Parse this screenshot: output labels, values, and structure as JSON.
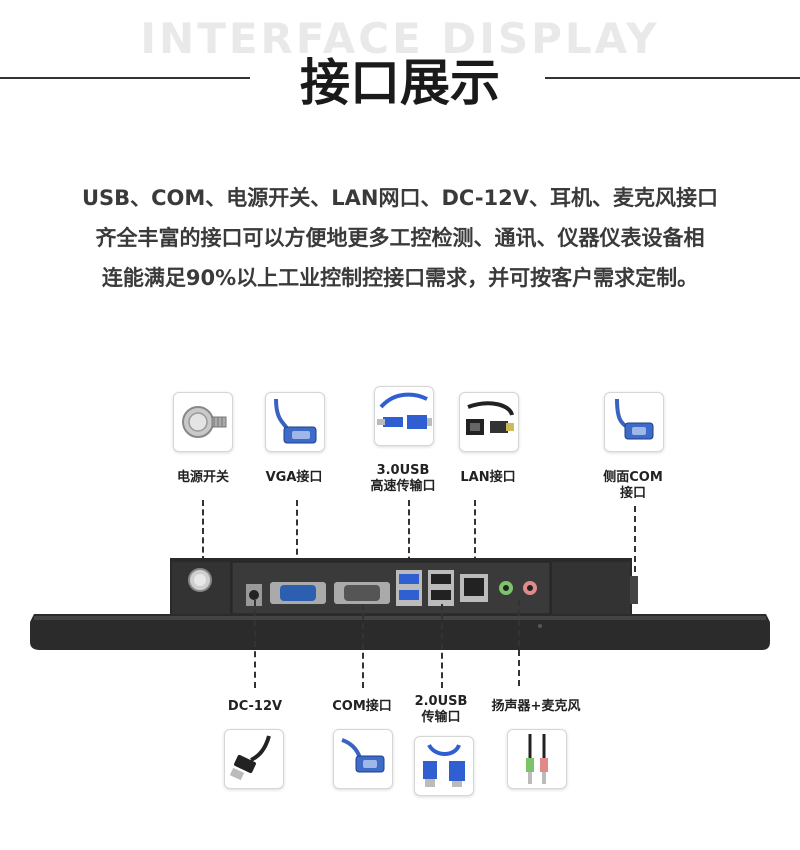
{
  "header": {
    "bg_title": "INTERFACE DISPLAY",
    "title": "接口展示"
  },
  "description": {
    "line1": "USB、COM、电源开关、LAN网口、DC-12V、耳机、麦克风接口",
    "line2": "齐全丰富的接口可以方便地更多工控检测、通讯、仪器仪表设备相",
    "line3": "连能满足90%以上工业控制控接口需求，并可按客户需求定制。"
  },
  "top_ports": [
    {
      "label": "电源开关",
      "icon": "power-switch-icon"
    },
    {
      "label": "VGA接口",
      "icon": "vga-cable-icon"
    },
    {
      "label": "3.0USB",
      "label2": "高速传输口",
      "icon": "usb3-cable-icon"
    },
    {
      "label": "LAN接口",
      "icon": "lan-cable-icon"
    },
    {
      "label": "侧面COM",
      "label2": "接口",
      "icon": "side-com-cable-icon"
    }
  ],
  "bottom_ports": [
    {
      "label": "DC-12V",
      "icon": "dc-power-plug-icon"
    },
    {
      "label": "COM接口",
      "icon": "com-cable-icon"
    },
    {
      "label": "2.0USB",
      "label2": "传输口",
      "icon": "usb2-cable-icon"
    },
    {
      "label": "扬声器+麦克风",
      "icon": "audio-jack-icon"
    }
  ],
  "colors": {
    "panel": "#2b2b2b",
    "usb3_blue": "#2f5fd0",
    "vga_blue": "#2d5fb0",
    "mic_pink": "#e08a8a",
    "audio_green": "#7cc36a"
  }
}
